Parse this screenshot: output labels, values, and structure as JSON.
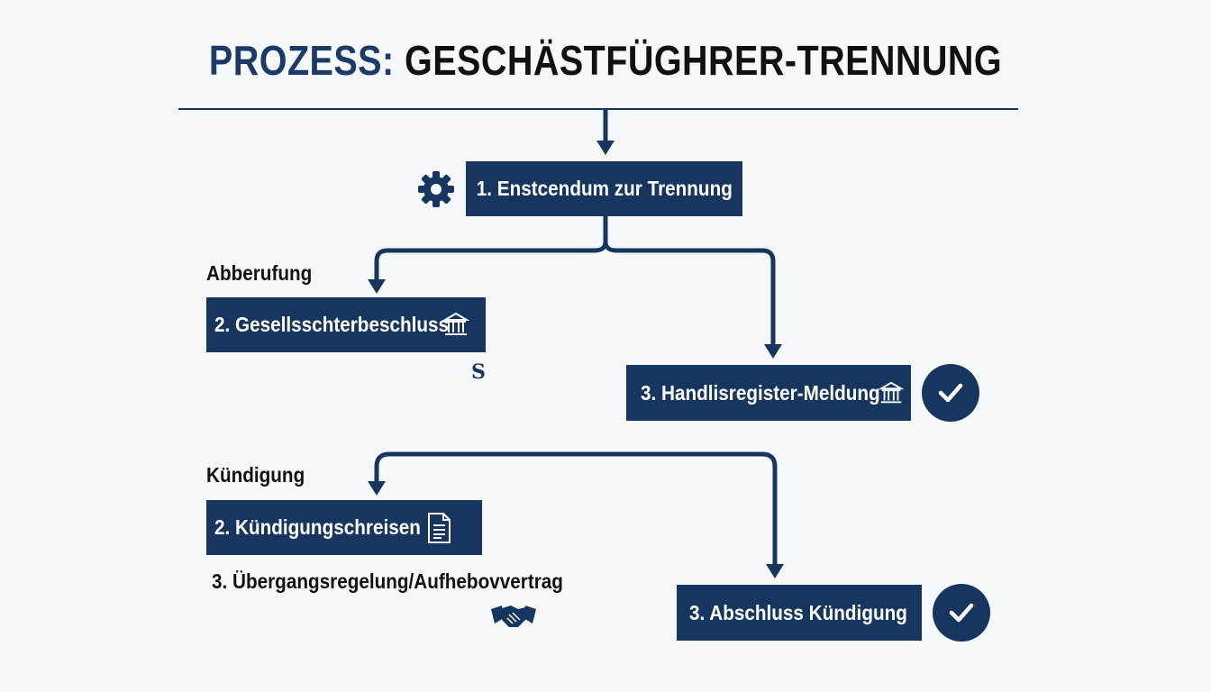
{
  "title": {
    "prefix": "PROZESS:",
    "rest": "GESCHÄSTFÜGHRER-TRENNUNG"
  },
  "colors": {
    "primary": "#17365f",
    "title_prefix": "#1b3a66",
    "text": "#111111",
    "box_text": "#ffffff",
    "background": "#f7f8f9"
  },
  "nodes": {
    "start": {
      "label": "1. Enstcendum zur Trennung",
      "icon": "gear-icon"
    },
    "abberufung_resolution": {
      "label": "2. Gesellsschterbeschluss",
      "icon": "bank-icon"
    },
    "register": {
      "label": "3. Handlisregister-Meldung",
      "icon": "bank-icon",
      "status": "check-icon"
    },
    "kuendigung_letter": {
      "label": "2. Kündigungschreisen",
      "icon": "document-icon"
    },
    "transition": {
      "label": "3. Übergangsregelung/Aufhebovvertrag",
      "icon": "handshake-icon"
    },
    "kuendigung_close": {
      "label": "3. Abschluss Kündigung",
      "status": "check-icon"
    }
  },
  "branches": {
    "abberufung": "Abberufung",
    "kuendigung": "Kündigung"
  },
  "stray_glyph": "S"
}
